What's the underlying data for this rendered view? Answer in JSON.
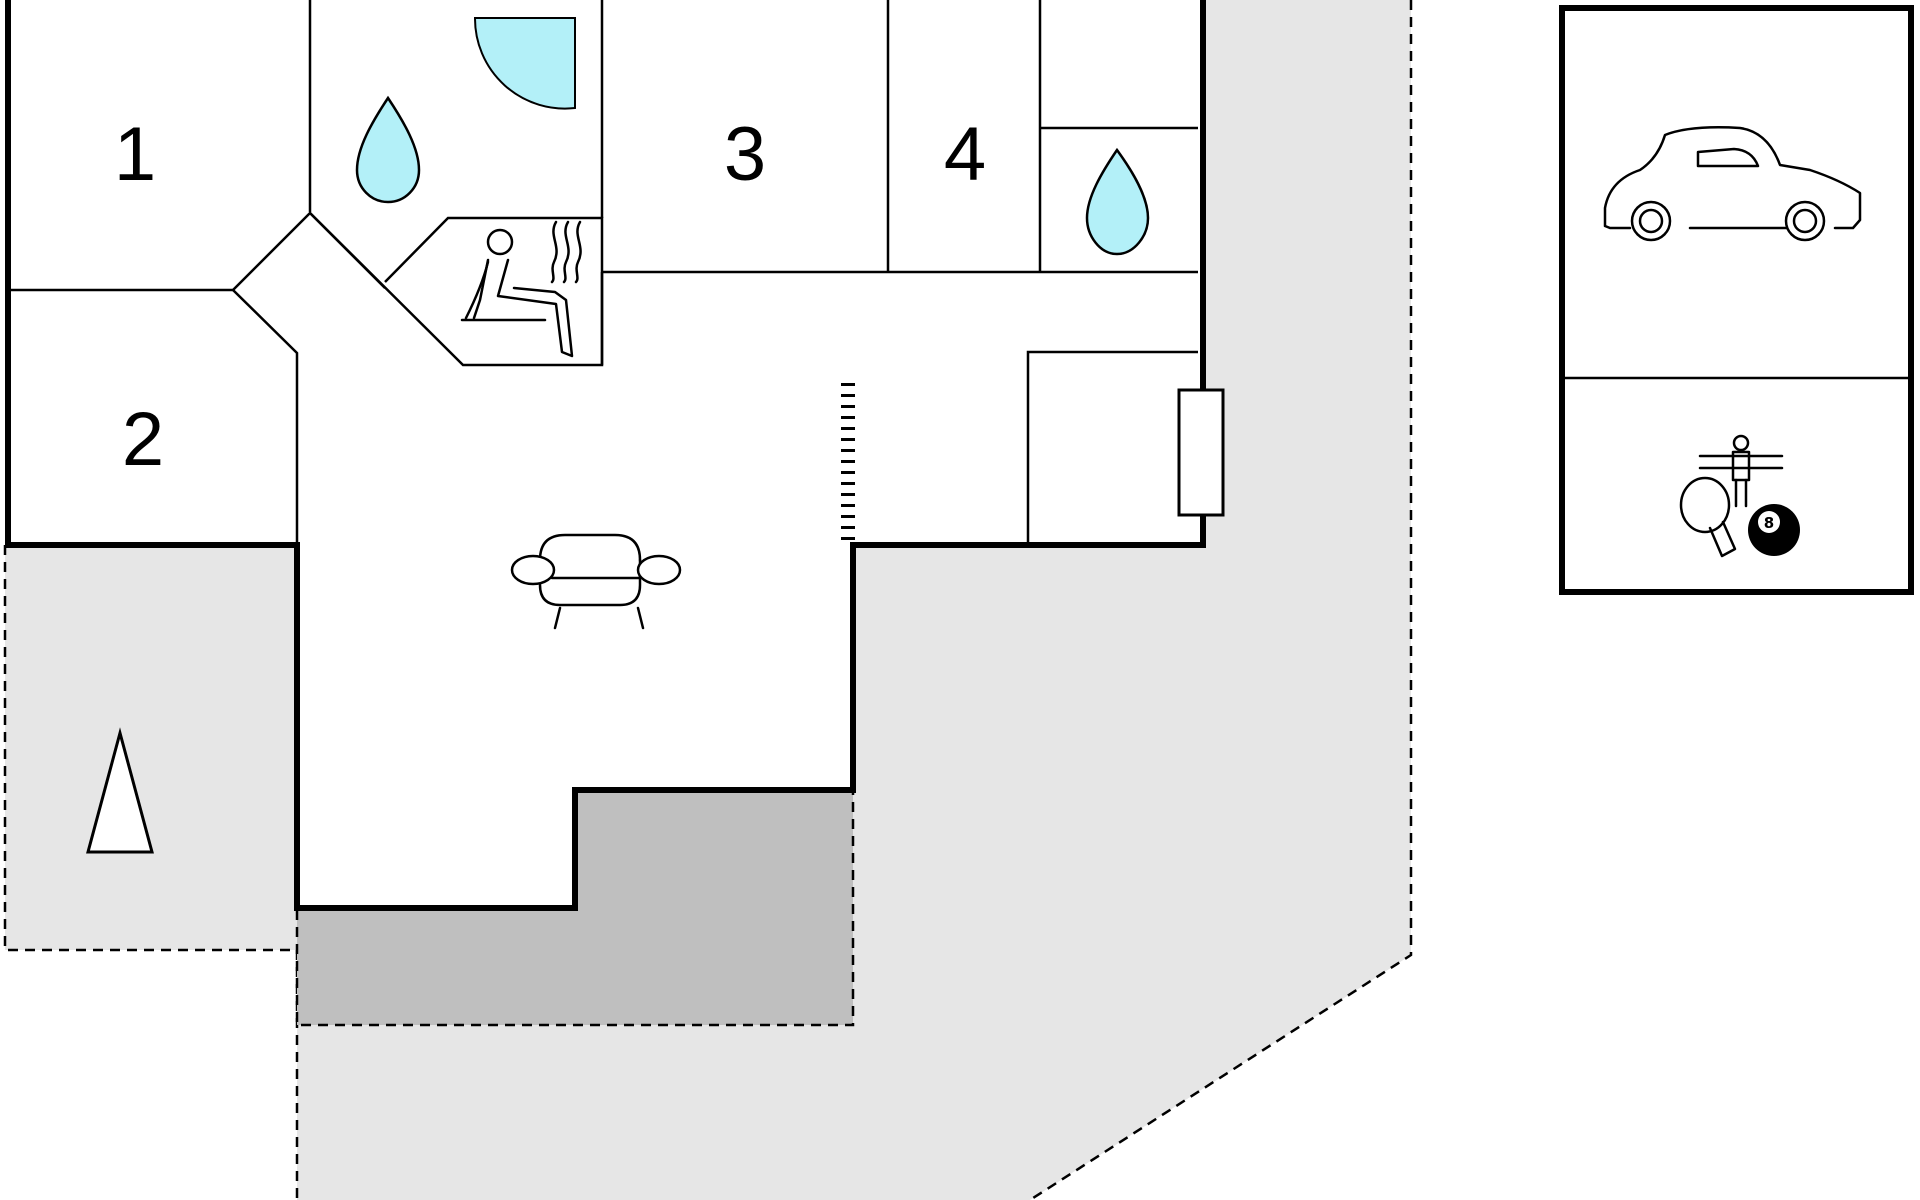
{
  "rooms": [
    {
      "id": "room-1",
      "label": "1"
    },
    {
      "id": "room-2",
      "label": "2"
    },
    {
      "id": "room-3",
      "label": "3"
    },
    {
      "id": "room-4",
      "label": "4"
    }
  ],
  "icons": {
    "bathroom": "water-drop-icon",
    "shower": "shower-icon",
    "sauna": "sauna-icon",
    "living_room": "sofa-icon",
    "stairs": "stairs-icon",
    "fireplace": "fireplace-icon",
    "garage": "car-icon",
    "games_room": "games-icon",
    "garden": "tree-icon"
  },
  "billiard_ball_number": "8",
  "colors": {
    "water": "#b3f0f8",
    "terrace": "#bfbfbf",
    "garden": "#e6e6e6",
    "walls": "#000000"
  }
}
